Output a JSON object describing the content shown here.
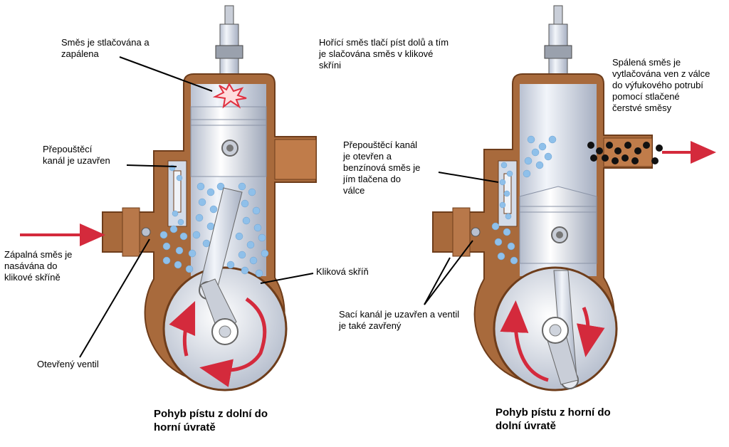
{
  "colors": {
    "housing_brown": "#a86a3c",
    "housing_dark": "#7a4620",
    "metal_light": "#dde3ee",
    "metal_shadow": "#9aa3b5",
    "mixture_blue": "#8fc0ea",
    "burnt_black": "#111111",
    "arrow_red": "#d42a3c"
  },
  "left_diagram": {
    "labels": {
      "compress_ignite": "Směs je stlačována a\nzapálena",
      "burning_mix": "Hořící směs tlačí píst dolů a tím\nje slačována směs v klikové\nskříni",
      "transfer_closed": "Přepouštěcí\nkanál je uzavřen",
      "intake_mix": "Zápalná směs je\nnasávána do\nklikové skříně",
      "crankcase": "Kliková skříň",
      "open_valve": "Otevřený ventil"
    },
    "caption": "Pohyb pístu z dolní do\nhorní úvratě"
  },
  "right_diagram": {
    "labels": {
      "burnt_mix": "Spálená směs je\nvytlačována ven z válce\ndo výfukového potrubí\npomocí stlačené\nčerstvé směsy",
      "transfer_open": "Přepouštěcí kanál\nje otevřen a\nbenzínová směs je\njím tlačena do\nválce",
      "intake_closed": "Sací kanál je uzavřen a ventil\nje také zavřený"
    },
    "caption": "Pohyb pístu z horní do\n dolní úvratě"
  }
}
